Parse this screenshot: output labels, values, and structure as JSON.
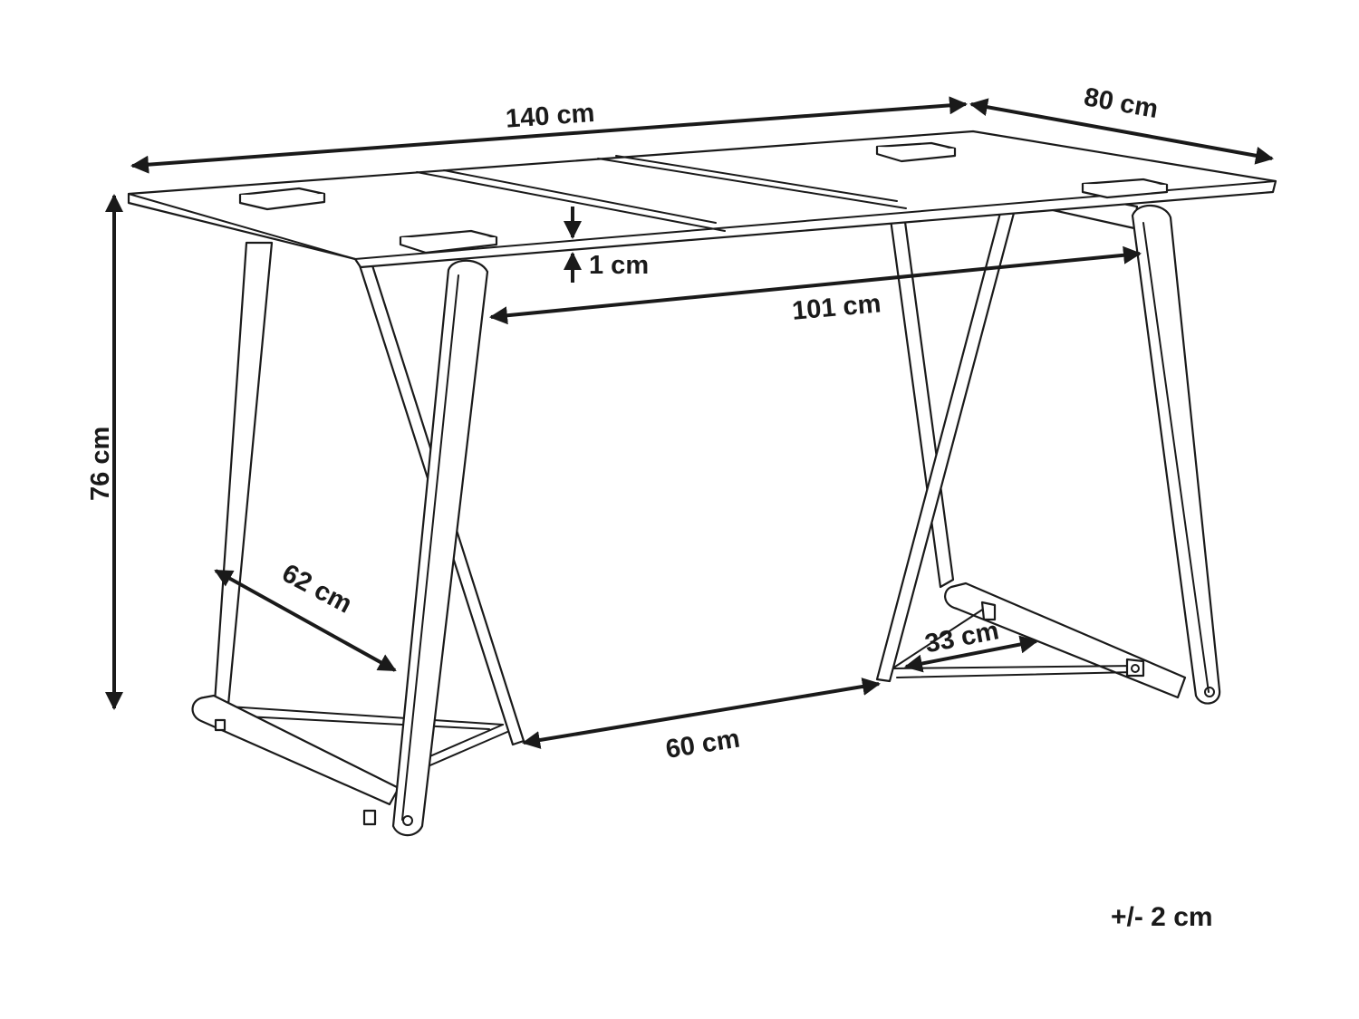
{
  "diagram": {
    "labels": {
      "length": "140 cm",
      "depth": "80 cm",
      "height": "76 cm",
      "glass_thickness": "1 cm",
      "inner_span": "101 cm",
      "leg_depth": "62 cm",
      "leg_gap": "60 cm",
      "brace": "33 cm"
    },
    "tolerance": "+/- 2 cm",
    "colors": {
      "line": "#1a1a1a",
      "background": "#ffffff"
    }
  }
}
